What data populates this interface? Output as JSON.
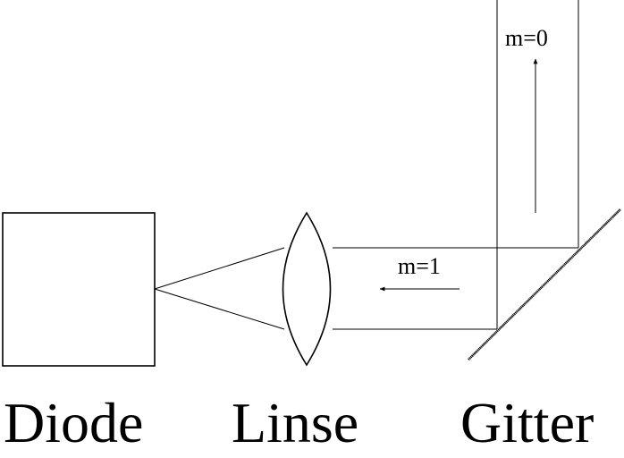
{
  "labels": {
    "diode": "Diode",
    "lens": "Linse",
    "grating": "Gitter",
    "order_zero": "m=0",
    "order_one": "m=1"
  }
}
